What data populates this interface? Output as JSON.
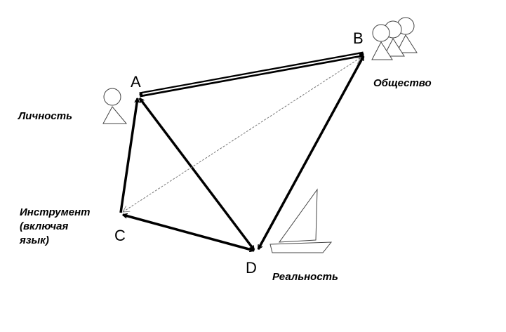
{
  "points": {
    "A": "A",
    "B": "B",
    "C": "C",
    "D": "D"
  },
  "labels": {
    "person": "Личность",
    "society": "Общество",
    "instrument_line1": "Инструмент",
    "instrument_line2": "(включая",
    "instrument_line3": "язык)",
    "reality": "Реальность"
  }
}
